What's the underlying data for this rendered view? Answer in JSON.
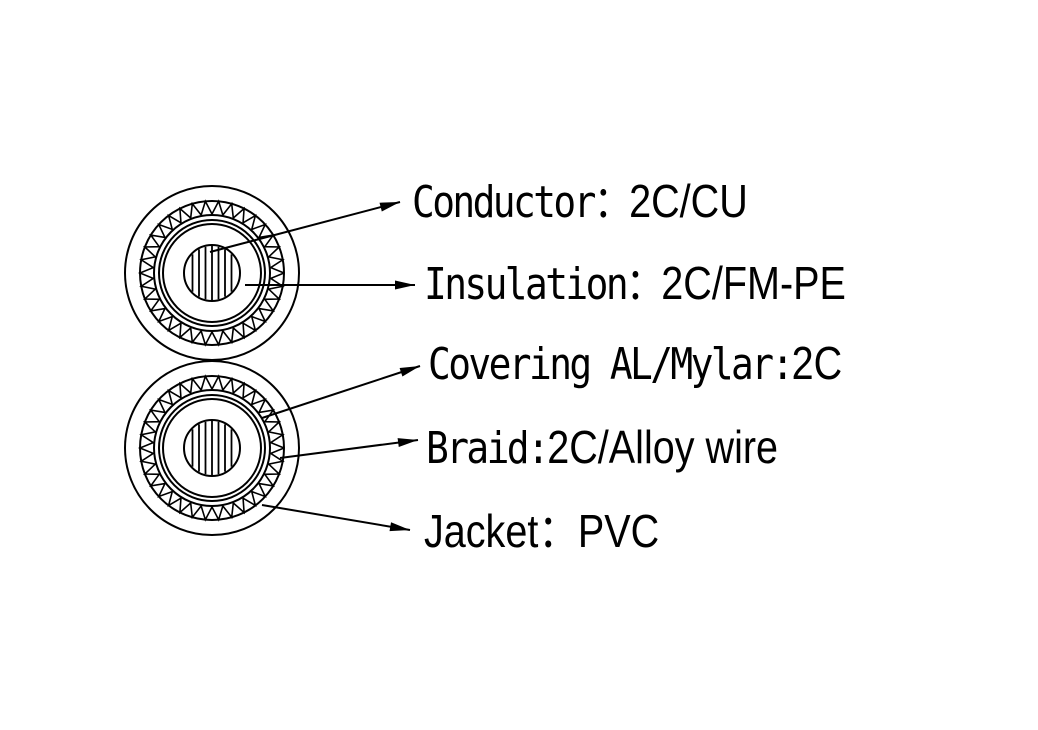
{
  "diagram": {
    "title": "",
    "labels": [
      {
        "id": "conductor",
        "key": "Conductor",
        "sep": "：",
        "value": "2C/CU"
      },
      {
        "id": "insulation",
        "key": "Insulation",
        "sep": "：",
        "value": "2C/FM-PE"
      },
      {
        "id": "covering",
        "key": "Covering AL/Mylar",
        "sep": ":",
        "value": "2C"
      },
      {
        "id": "braid",
        "key": "Braid",
        "sep": ":",
        "value": "2C/Alloy wire"
      },
      {
        "id": "jacket",
        "key": "Jacket",
        "sep": "：",
        "value": "PVC"
      }
    ]
  },
  "colors": {
    "line": "#000000",
    "background": "#ffffff"
  }
}
